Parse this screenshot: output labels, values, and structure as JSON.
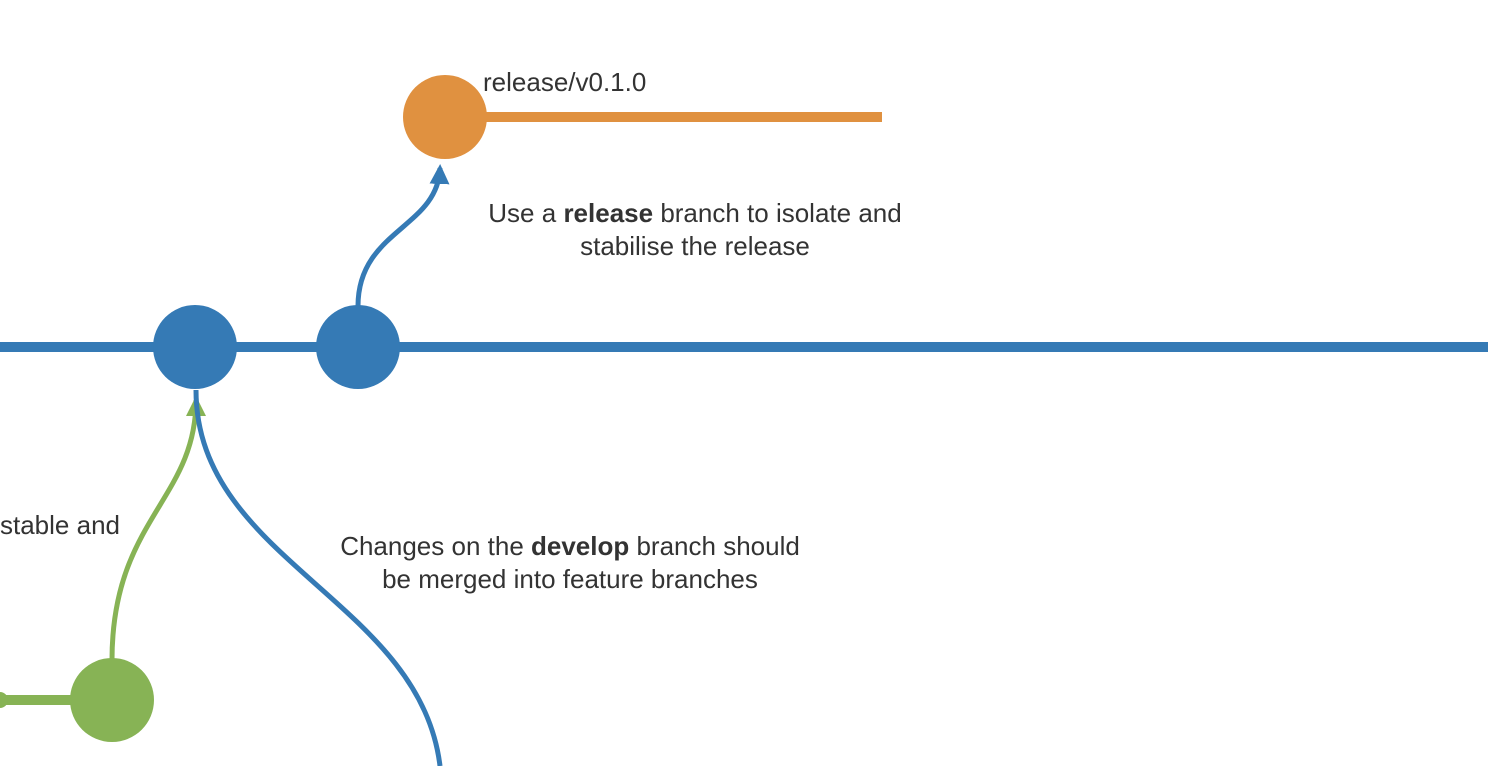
{
  "colors": {
    "develop": "#357ab5",
    "release": "#e09140",
    "feature": "#87b355",
    "text": "#333333"
  },
  "release_branch": {
    "name": "release/v0.1.0"
  },
  "annotations": {
    "release_note": {
      "line1_prefix": "Use a ",
      "line1_bold": "release",
      "line1_suffix": " branch to isolate and",
      "line2": "stabilise the release"
    },
    "develop_note": {
      "line1_prefix": "Changes on the ",
      "line1_bold": "develop",
      "line1_suffix": " branch should",
      "line2": "be merged into feature branches"
    },
    "feature_note_fragment": "stable and"
  }
}
